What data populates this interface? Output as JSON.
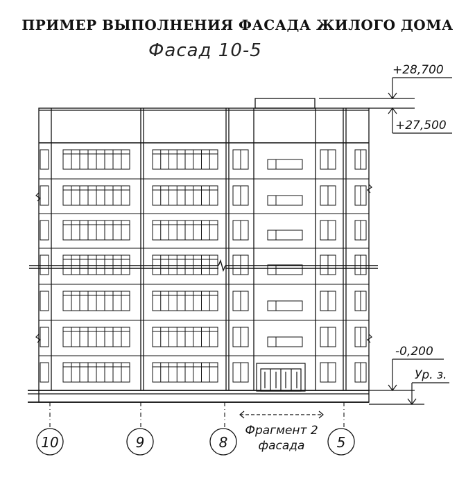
{
  "title": "ПРИМЕР ВЫПОЛНЕНИЯ ФАСАДА  ЖИЛОГО ДОМА",
  "subtitle": "Фасад 10-5",
  "elevations": {
    "top": "+28,700",
    "roof": "+27,500",
    "ground_floor": "-0,200",
    "ground_level": "Ур. з."
  },
  "axes": [
    "10",
    "9",
    "8",
    "5"
  ],
  "fragment_note": {
    "line1": "Фрагмент 2",
    "line2": "фасада"
  }
}
